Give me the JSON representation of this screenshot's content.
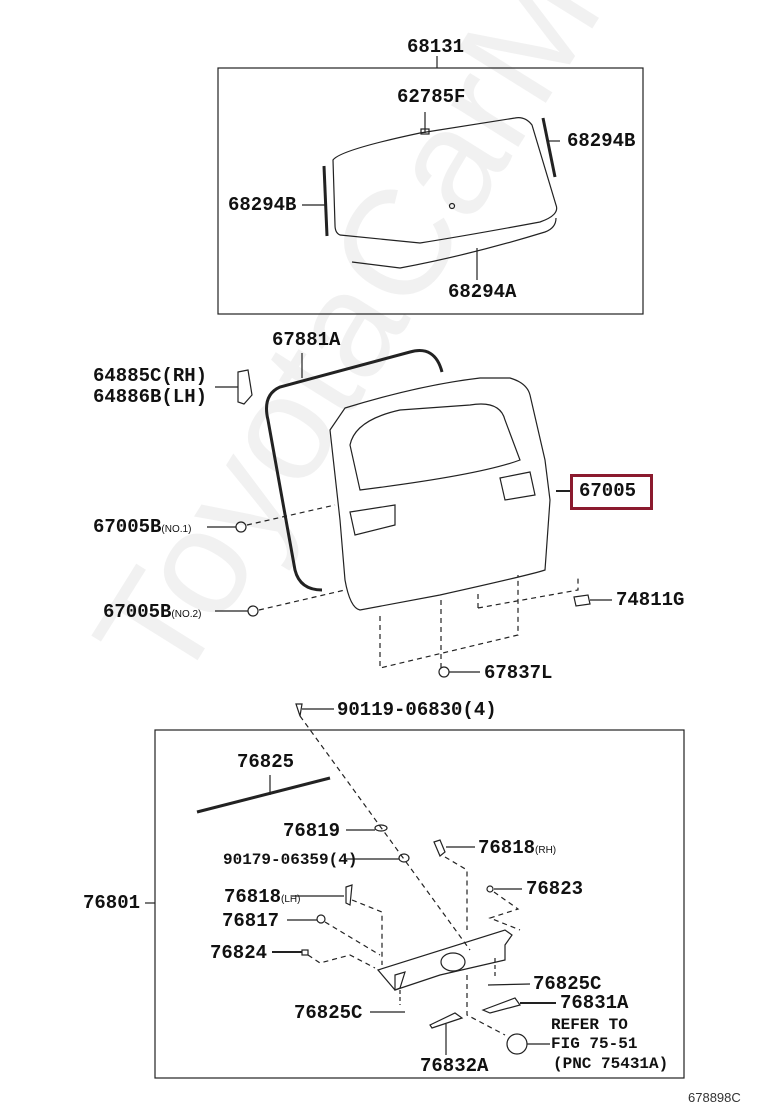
{
  "watermark": "ToyotaCarMine.ru",
  "highlight_color": "#8b1a2e",
  "glass_group": {
    "title": "68131",
    "parts": [
      "62785F",
      "68294B",
      "68294B",
      "68294A"
    ]
  },
  "door_group": {
    "weatherstrip": "67881A",
    "stopper_rh": "64885C",
    "stopper_rh_side": "(RH)",
    "stopper_lh": "64886B",
    "stopper_lh_side": "(LH)",
    "door_panel": "67005",
    "hinge_no1": "67005B",
    "hinge_no1_note": "(NO.1)",
    "hinge_no2": "67005B",
    "hinge_no2_note": "(NO.2)",
    "cushion": "74811G",
    "clip": "67837L",
    "bolt": "90119-06830(4)"
  },
  "garnish_group": {
    "assembly": "76801",
    "parts": {
      "p76825": "76825",
      "p76819": "76819",
      "p90179": "90179-06359(4)",
      "p76818rh": "76818",
      "rh": "(RH)",
      "p76823": "76823",
      "p76818lh": "76818",
      "lh": "(LH)",
      "p76817": "76817",
      "p76824": "76824",
      "p76825c_r": "76825C",
      "p76831a": "76831A",
      "p76825c_l": "76825C",
      "p76832a": "76832A"
    },
    "refer": [
      "REFER TO",
      "FIG 75-51",
      "(PNC 75431A)"
    ]
  },
  "figure_code": "678898C"
}
